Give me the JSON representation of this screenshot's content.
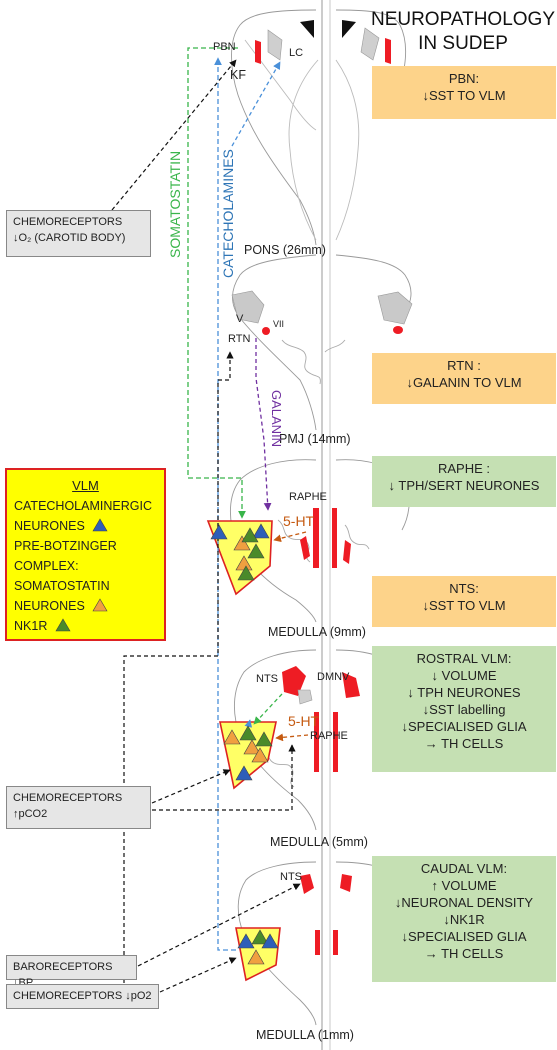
{
  "title": {
    "line1": "NEUROPATHOLOGY",
    "line2": "IN SUDEP"
  },
  "panels": [
    {
      "id": "pbn",
      "lines": [
        "PBN:",
        "↓SST  TO VLM"
      ],
      "color": "#fdd38a"
    },
    {
      "id": "rtn",
      "lines": [
        "RTN :",
        "↓GALANIN  TO VLM"
      ],
      "color": "#fdd38a"
    },
    {
      "id": "raphe",
      "lines": [
        "RAPHE :",
        "↓ TPH/SERT NEURONES"
      ],
      "color": "#c5e0b3"
    },
    {
      "id": "nts",
      "lines": [
        "NTS:",
        "↓SST  TO VLM"
      ],
      "color": "#fdd38a"
    },
    {
      "id": "rostral",
      "lines": [
        "ROSTRAL VLM:",
        "↓ VOLUME",
        "↓ TPH NEURONES",
        "↓SST labelling",
        "↓SPECIALISED GLIA",
        "→ TH CELLS"
      ],
      "color": "#c5e0b3"
    },
    {
      "id": "caudal",
      "lines": [
        "CAUDAL VLM:",
        "↑ VOLUME",
        "↓NEURONAL DENSITY",
        "↓NK1R",
        "↓SPECIALISED GLIA",
        "→ TH CELLS"
      ],
      "color": "#c5e0b3"
    }
  ],
  "left_boxes": {
    "chemo_carotid": {
      "line1": "CHEMORECEPTORS",
      "line2": "↓O₂ (CAROTID BODY)"
    },
    "chemo_pco2": {
      "line1": "CHEMORECEPTORS",
      "line2": "↑pCO2"
    },
    "baro": {
      "line1": "BARORECEPTORS ↓BP"
    },
    "chemo_po2": {
      "line1": "CHEMORECEPTORS ↓pO2"
    }
  },
  "vlm_legend": {
    "heading": "VLM",
    "cat_line1": "CATECHOLAMINERGIC",
    "cat_line2": "NEURONES",
    "pb_line1": "PRE-BOTZINGER",
    "pb_line2": "COMPLEX:",
    "pb_line3": "SOMATOSTATIN",
    "pb_line4": "NEURONES",
    "nk1r": "NK1R",
    "colors": {
      "catecholaminergic": "#2e5eb8",
      "somatostatin": "#f0a040",
      "nk1r": "#4a8a2a"
    }
  },
  "labels": {
    "pbn": "PBN",
    "lc": "LC",
    "kf": "KF",
    "pons": "PONS (26mm)",
    "v": "V",
    "vii": "VII",
    "rtn": "RTN",
    "pmj": "PMJ (14mm)",
    "raphe1": "RAPHE",
    "raphe2": "RAPHE",
    "ht1": "5-HT",
    "ht2": "5-HT",
    "medulla9": "MEDULLA (9mm)",
    "nts1": "NTS",
    "dmnv": "DMNV",
    "medulla5": "MEDULLA (5mm)",
    "nts2": "NTS",
    "medulla1": "MEDULLA (1mm)"
  },
  "pathway_labels": {
    "somatostatin": "SOMATOSTATIN",
    "catecholamines": "CATECHOLAMINES",
    "galanin": "GALANIN"
  },
  "pathway_colors": {
    "somatostatin": "#39b54a",
    "catecholamines": "#4a90d9",
    "galanin": "#7030a0",
    "serotonin": "#c55a11",
    "afferent": "#111111"
  },
  "region_color": "#ee1c24"
}
